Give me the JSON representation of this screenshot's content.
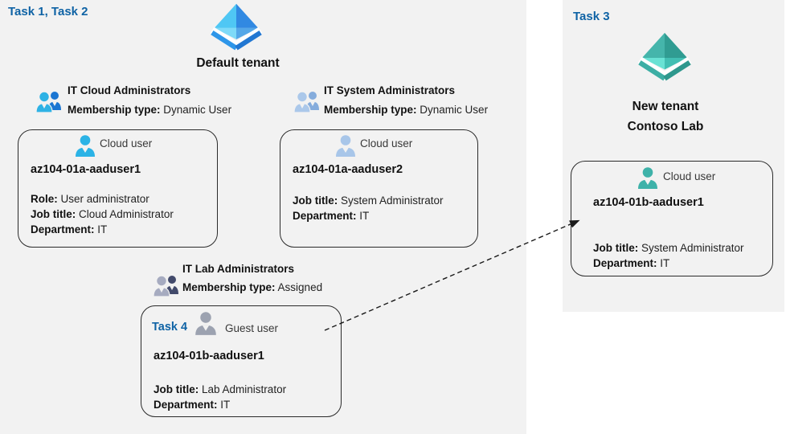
{
  "colors": {
    "background_panel": "#f2f2f2",
    "task_blue": "#0f63a5",
    "card_border": "#2b2b2b",
    "aad_blue_light": "#4FC7F4",
    "aad_blue_dark": "#3189E2",
    "aad_teal_light": "#45B5AB",
    "aad_teal_dark": "#309C92"
  },
  "left": {
    "tasks_label": "Task 1, Task 2",
    "tenant_name": "Default tenant",
    "tenant_icon": "azure-ad-blue-icon"
  },
  "groups": [
    {
      "name": "IT Cloud Administrators",
      "membership_label": "Membership type:",
      "membership_value": "Dynamic User",
      "icon": "group-icon-blue"
    },
    {
      "name": "IT System Administrators",
      "membership_label": "Membership type:",
      "membership_value": "Dynamic User",
      "icon": "group-icon-paleblue"
    },
    {
      "name": "IT Lab Administrators",
      "membership_label": "Membership type:",
      "membership_value": "Assigned",
      "icon": "group-icon-gray"
    }
  ],
  "cards": [
    {
      "user_type": "Cloud user",
      "username": "az104-01a-aaduser1",
      "fields": [
        {
          "label": "Role:",
          "value": "User administrator"
        },
        {
          "label": "Job title:",
          "value": "Cloud Administrator"
        },
        {
          "label": "Department:",
          "value": "IT"
        }
      ]
    },
    {
      "user_type": "Cloud user",
      "username": "az104-01a-aaduser2",
      "fields": [
        {
          "label": "Job title:",
          "value": "System Administrator"
        },
        {
          "label": "Department:",
          "value": "IT"
        }
      ]
    },
    {
      "task_label": "Task 4",
      "user_type": "Guest user",
      "username": "az104-01b-aaduser1",
      "fields": [
        {
          "label": "Job title:",
          "value": "Lab Administrator"
        },
        {
          "label": "Department:",
          "value": "IT"
        }
      ]
    }
  ],
  "right": {
    "task_label": "Task 3",
    "tenant_line1": "New tenant",
    "tenant_line2": "Contoso Lab",
    "tenant_icon": "azure-ad-teal-icon",
    "card": {
      "user_type": "Cloud user",
      "username": "az104-01b-aaduser1",
      "fields": [
        {
          "label": "Job title:",
          "value": "System Administrator"
        },
        {
          "label": "Department:",
          "value": "IT"
        }
      ]
    }
  },
  "arrow": {
    "from": "guest-user-card",
    "to": "new-tenant-cloud-user-card",
    "style": "dashed"
  }
}
